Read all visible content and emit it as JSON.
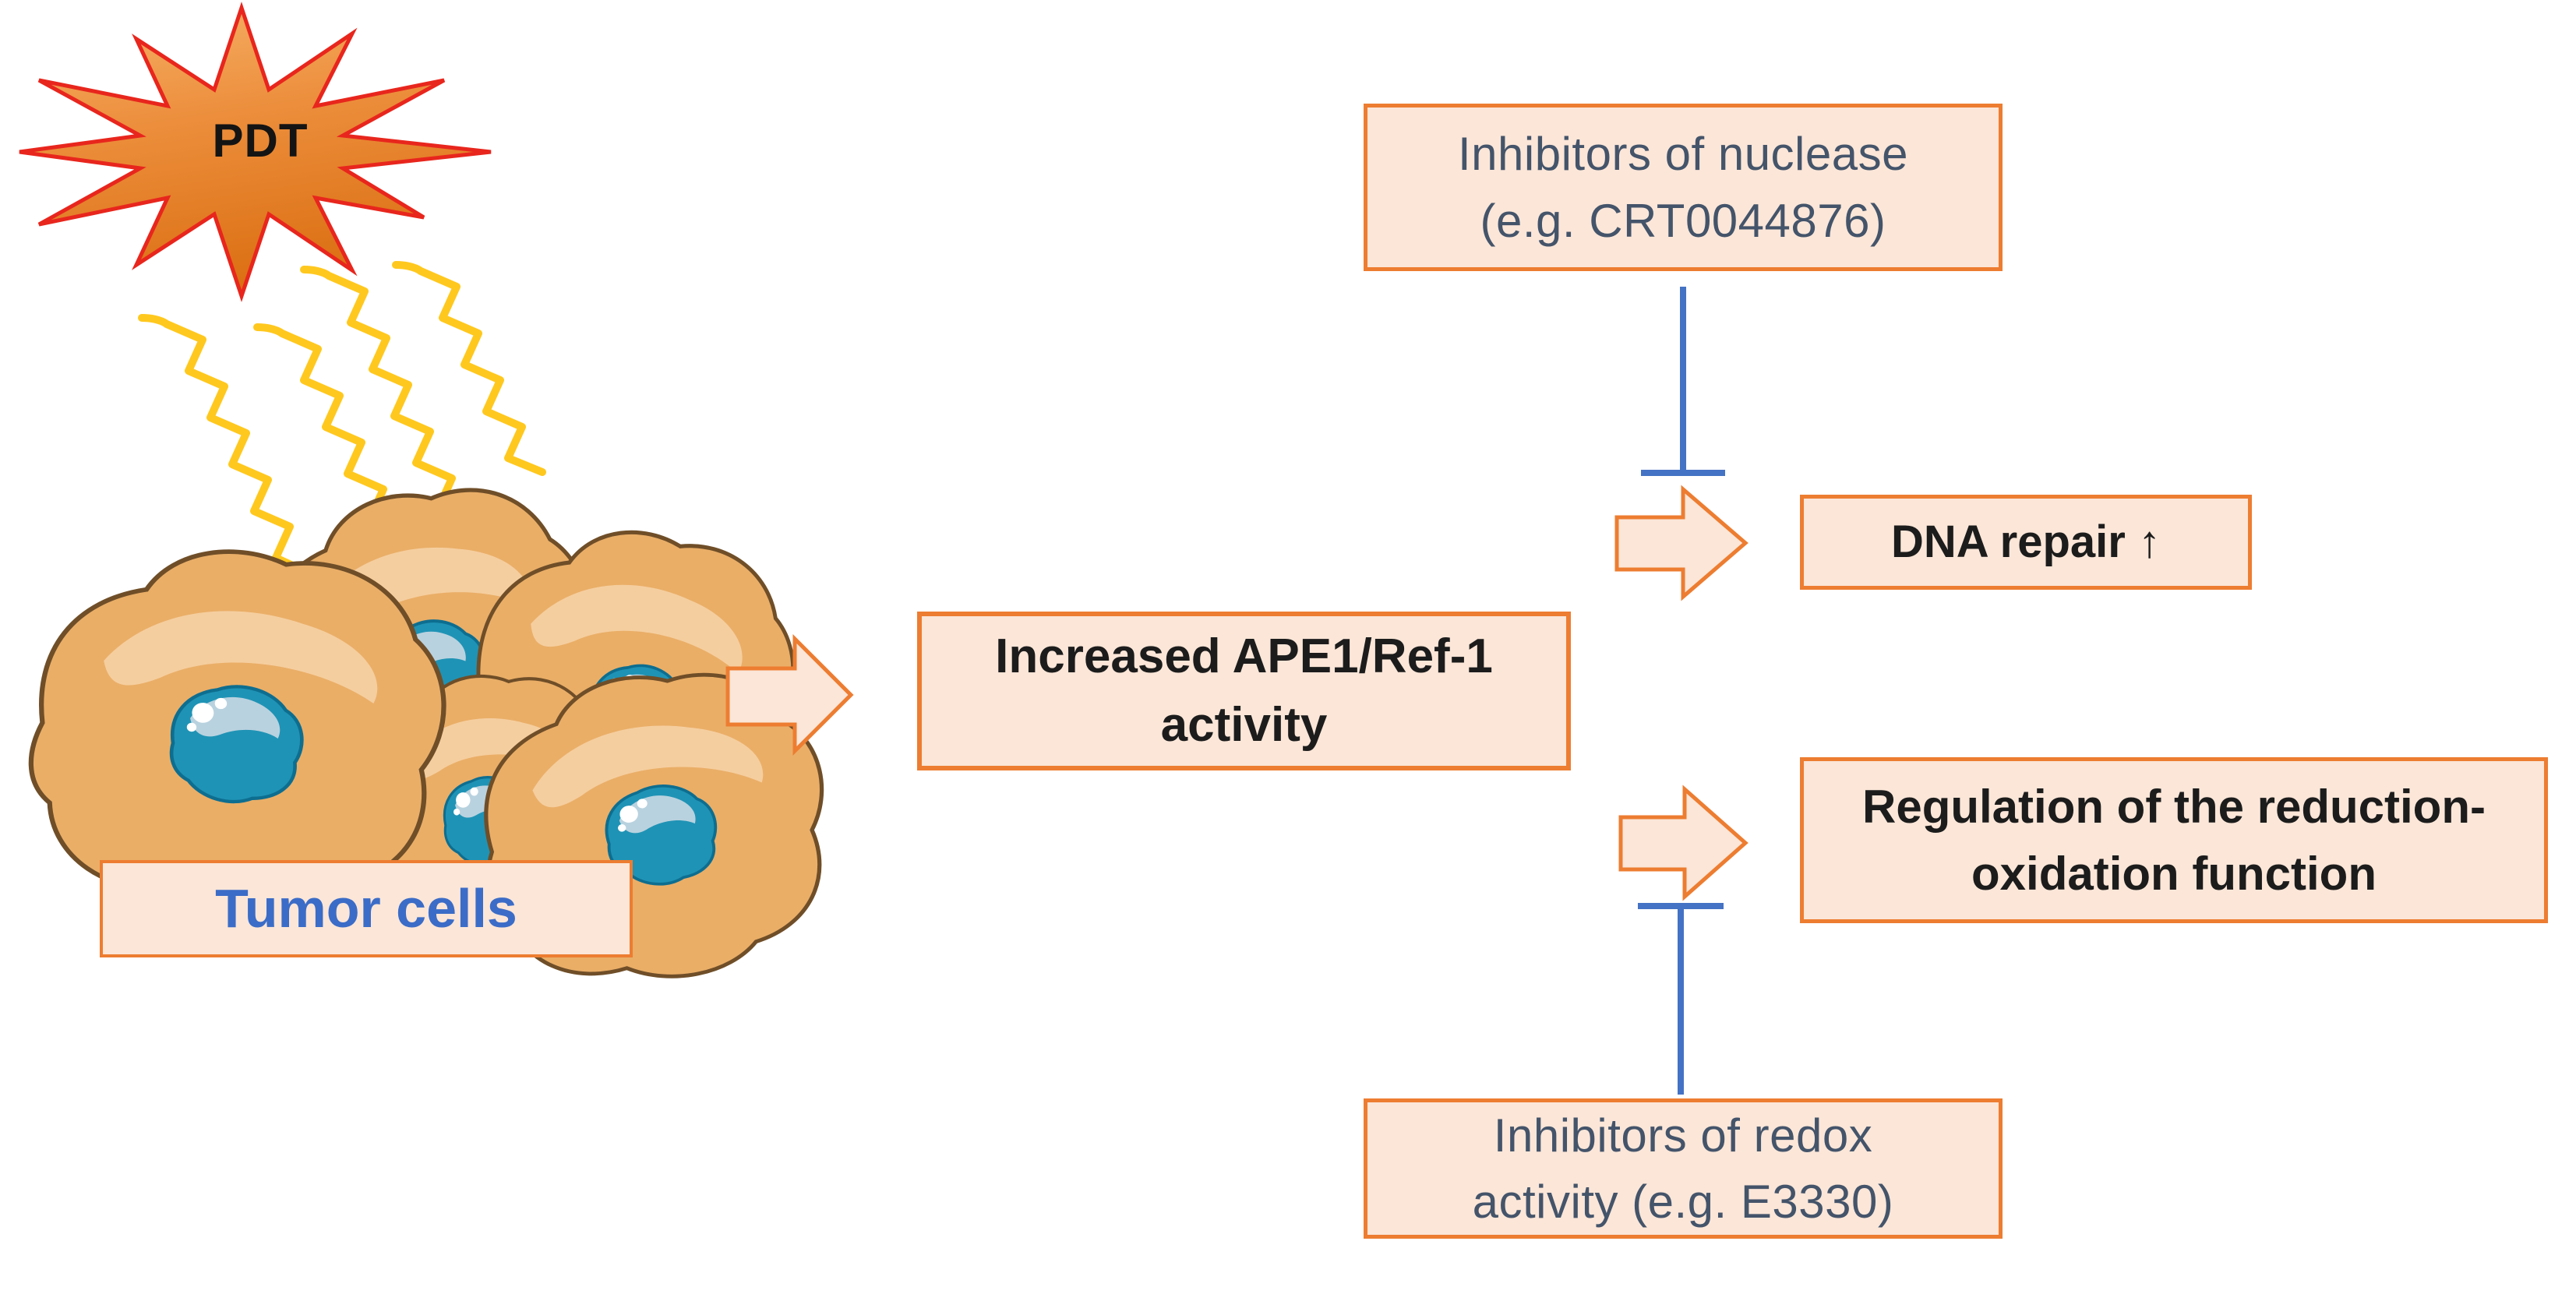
{
  "diagram_title": "PDT / APE1-Ref-1 pathway diagram",
  "nodes": {
    "pdt": {
      "label": "PDT"
    },
    "tumor": {
      "label": "Tumor cells"
    },
    "main": {
      "line1": "Increased APE1/Ref-1",
      "line2": "activity"
    },
    "dna": {
      "label": "DNA repair ↑"
    },
    "regulation": {
      "line1": "Regulation of the reduction-",
      "line2": "oxidation function"
    },
    "nuclease_inhibitor": {
      "line1": "Inhibitors of nuclease",
      "line2": "(e.g. CRT0044876)"
    },
    "redox_inhibitor": {
      "line1": "Inhibitors of redox",
      "line2": "activity (e.g. E3330)"
    }
  },
  "icons": {
    "pdt_starburst": "12-point orange explosion star with red outline",
    "light_rays": "four yellow zigzag rays from star to cells",
    "tumor_cells": "five tan cells with teal nuclei",
    "block_arrow": "⇨ peach block arrow with orange outline",
    "inhibition_bar": "⊥ blue T-bar inhibition connector",
    "up_arrow": "↑"
  },
  "colors": {
    "box_fill": "#FBE6D8",
    "box_border": "#ED7D31",
    "inhibit_blue": "#4472C4",
    "tumor_text_blue": "#3B6CC7",
    "slate_text": "#44546A",
    "dark_text": "#1C1C1C",
    "star_fill_light": "#F5AB5E",
    "star_fill_dark": "#DF7318",
    "star_stroke_red": "#E8261D",
    "ray_yellow": "#FFC81E",
    "cell_body": "#EAAE67",
    "cell_highlight": "#F5CE9F",
    "cell_outline": "#6F4E28",
    "nucleus_fill": "#1F93B5",
    "nucleus_outline": "#0D6E90",
    "nucleus_highlight": "#B9D2DF"
  }
}
